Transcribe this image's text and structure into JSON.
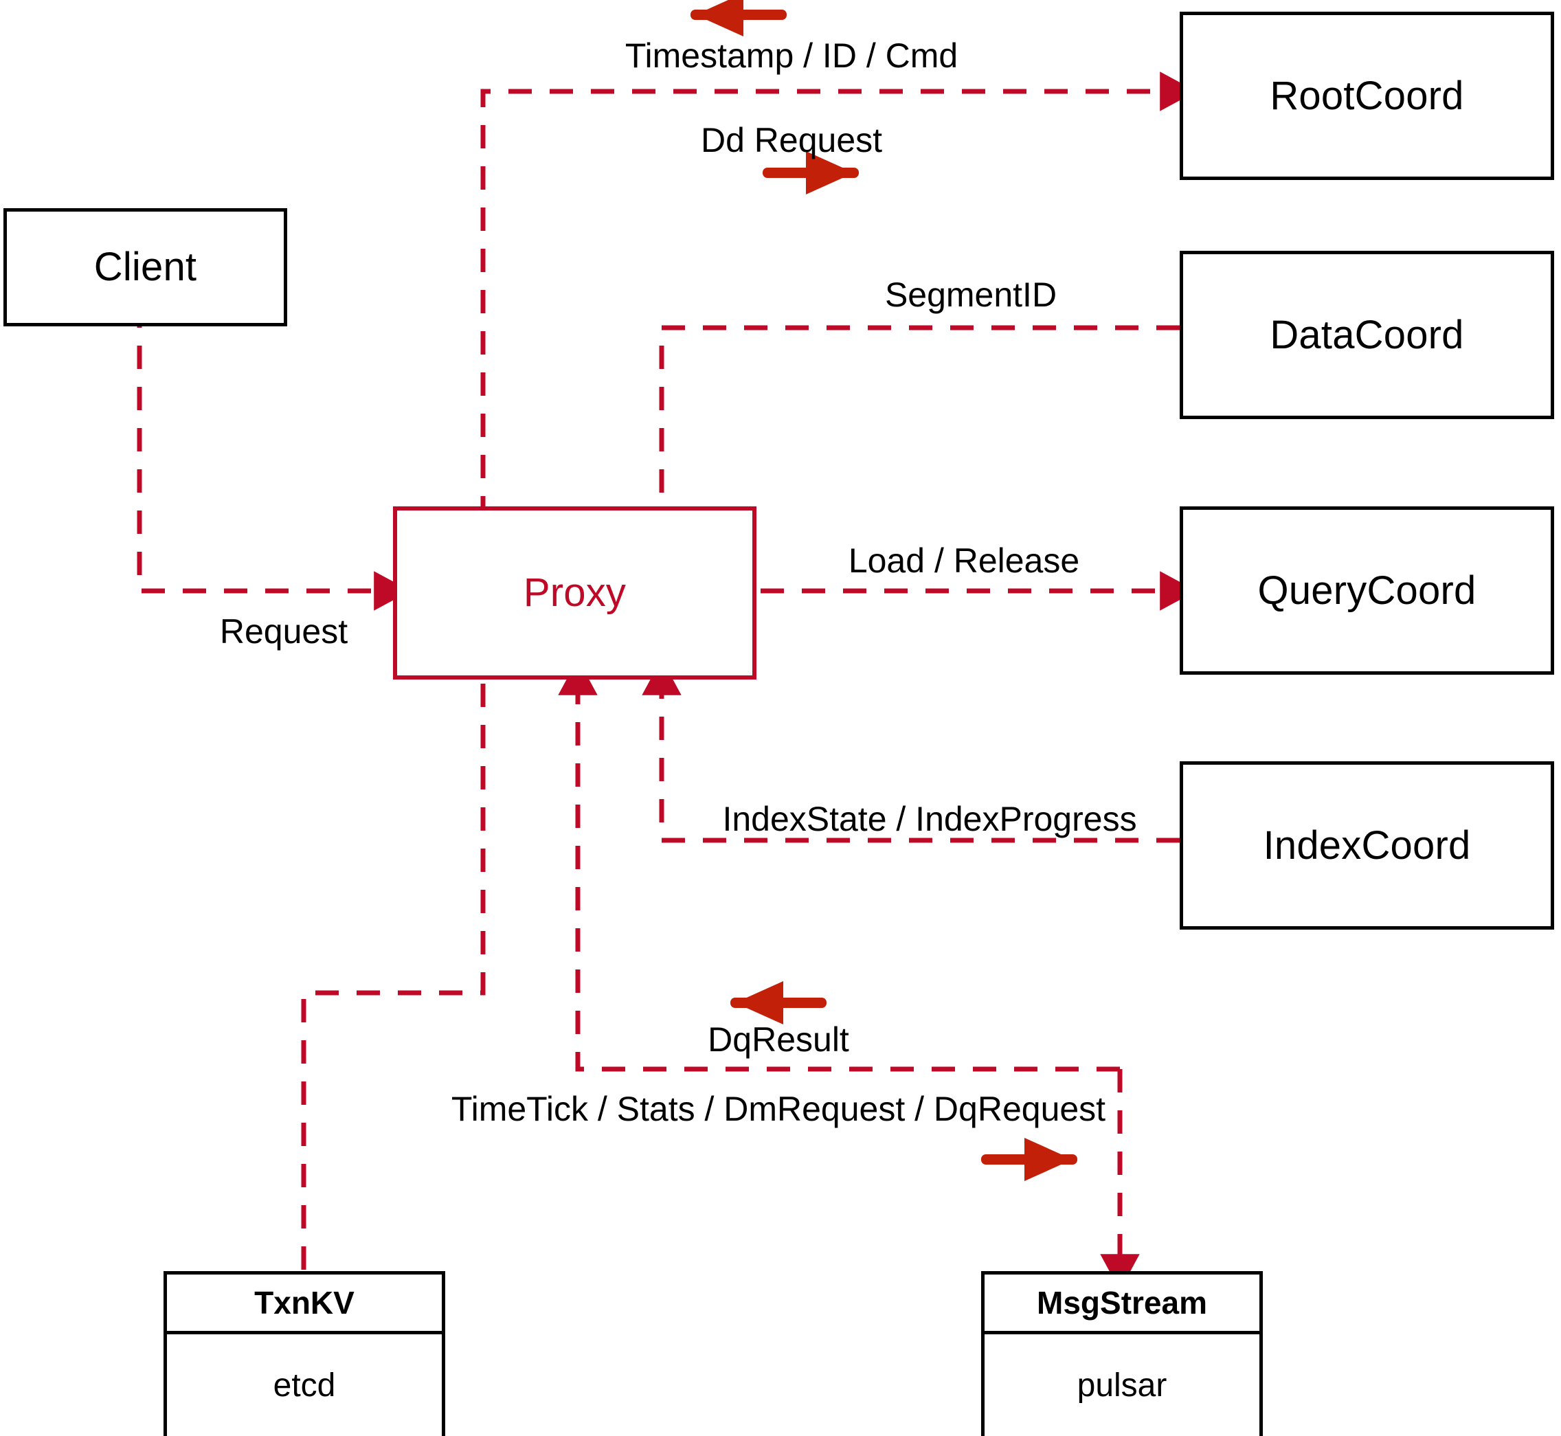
{
  "diagram": {
    "title": "Milvus Proxy component interaction diagram",
    "colors": {
      "dashed_wire": "#BE0A26",
      "bold_arrow": "#C32009",
      "node_border": "#000000",
      "proxy_border": "#BE0A26",
      "proxy_text": "#BE0A26",
      "background": "#FFFFFF"
    },
    "nodes": [
      {
        "id": "client",
        "label": "Client",
        "kind": "plain"
      },
      {
        "id": "proxy",
        "label": "Proxy",
        "kind": "accent"
      },
      {
        "id": "rootcoord",
        "label": "RootCoord",
        "kind": "plain"
      },
      {
        "id": "datacoord",
        "label": "DataCoord",
        "kind": "plain"
      },
      {
        "id": "querycoord",
        "label": "QueryCoord",
        "kind": "plain"
      },
      {
        "id": "indexcoord",
        "label": "IndexCoord",
        "kind": "plain"
      },
      {
        "id": "txnkv",
        "label": "TxnKV",
        "kind": "stacked",
        "body": "etcd"
      },
      {
        "id": "msgstream",
        "label": "MsgStream",
        "kind": "stacked",
        "body": "pulsar"
      }
    ],
    "edges": [
      {
        "id": "request",
        "label": "Request",
        "from": "client",
        "to": "proxy"
      },
      {
        "id": "dd-request",
        "label": "Dd Request",
        "from": "proxy",
        "to": "rootcoord",
        "direction": "right"
      },
      {
        "id": "timestamp",
        "label": "Timestamp / ID / Cmd",
        "from": "rootcoord",
        "to": "proxy",
        "direction": "left"
      },
      {
        "id": "segmentid",
        "label": "SegmentID",
        "from": "datacoord",
        "to": "proxy"
      },
      {
        "id": "load-release",
        "label": "Load / Release",
        "from": "proxy",
        "to": "querycoord"
      },
      {
        "id": "indexstate",
        "label": "IndexState / IndexProgress",
        "from": "indexcoord",
        "to": "proxy"
      },
      {
        "id": "dqresult",
        "label": "DqResult",
        "from": "msgstream",
        "to": "proxy",
        "direction": "left"
      },
      {
        "id": "timetick",
        "label": "TimeTick / Stats / DmRequest / DqRequest",
        "from": "proxy",
        "to": "msgstream",
        "direction": "right"
      },
      {
        "id": "txnkv-link",
        "label": "",
        "from": "proxy",
        "to": "txnkv"
      }
    ]
  }
}
